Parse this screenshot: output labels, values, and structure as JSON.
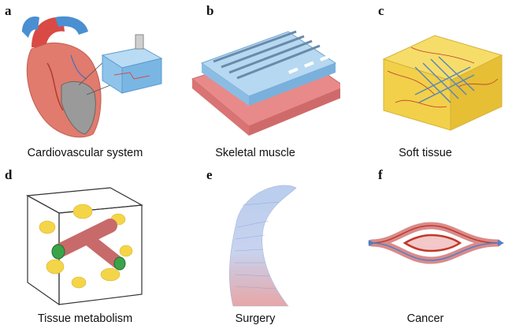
{
  "panels": [
    {
      "letter": "a",
      "caption": "Cardiovascular system",
      "art": "heart-with-chip"
    },
    {
      "letter": "b",
      "caption": "Skeletal muscle",
      "art": "muscle-device"
    },
    {
      "letter": "c",
      "caption": "Soft tissue",
      "art": "soft-tissue-block"
    },
    {
      "letter": "d",
      "caption": "Tissue metabolism",
      "art": "metabolism-cube"
    },
    {
      "letter": "e",
      "caption": "Surgery",
      "art": "surgery-coil"
    },
    {
      "letter": "f",
      "caption": "Cancer",
      "art": "cancer-vessels"
    }
  ],
  "colors": {
    "heart": "#e07b6e",
    "aorta": "#d94a44",
    "vein": "#4a8fd1",
    "chip": "#8fc4ea",
    "muscle": "#e88a8a",
    "device": "#9cc8ea",
    "tissue": "#f2d04a",
    "vessel_red": "#c0392b",
    "vessel_blue": "#4f7fc7",
    "green": "#3aa34a",
    "pink": "#d98a8a"
  }
}
